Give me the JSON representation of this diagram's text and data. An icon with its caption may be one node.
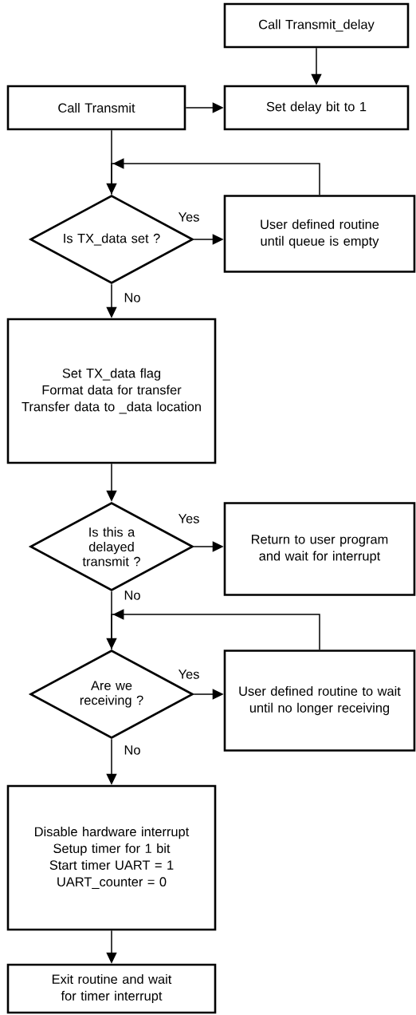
{
  "diagram": {
    "nodes": [
      {
        "text": [
          "Call Transmit_delay"
        ]
      },
      {
        "text": [
          "Call Transmit"
        ]
      },
      {
        "text": [
          "Set delay bit to 1"
        ]
      },
      {
        "text": [
          "Is TX_data set ?"
        ]
      },
      {
        "text": [
          "User defined routine until queue is empty"
        ]
      },
      {
        "text": [
          "Set TX_data flag",
          "Format data for transfer",
          "Transfer data to _data location"
        ]
      },
      {
        "text": [
          "Is this a delayed transmit ?"
        ]
      },
      {
        "text": [
          "Return to user program and wait for interrupt"
        ]
      },
      {
        "text": [
          "Are we receiving ?"
        ]
      },
      {
        "text": [
          "User defined routine to wait until no longer receiving"
        ]
      },
      {
        "text": [
          "Disable hardware interrupt",
          "Setup timer for 1 bit",
          "Start timer UART = 1",
          "UART_counter = 0"
        ]
      },
      {
        "text": [
          "Exit routine and wait for timer interrupt"
        ]
      }
    ],
    "edges": [
      {
        "from": 0,
        "to": 2,
        "arrow": "to"
      },
      {
        "from": 1,
        "to": 2,
        "arrow": "to"
      },
      {
        "from": 1,
        "to": 3,
        "arrow": "to"
      },
      {
        "from": 3,
        "to": 4,
        "arrow": "to",
        "label": "Yes"
      },
      {
        "from": 4,
        "to": 3,
        "arrow": "to"
      },
      {
        "from": 3,
        "to": 5,
        "arrow": "to",
        "label": "No"
      },
      {
        "from": 5,
        "to": 6,
        "arrow": "to"
      },
      {
        "from": 6,
        "to": 7,
        "arrow": "to",
        "label": "Yes"
      },
      {
        "from": 6,
        "to": 8,
        "arrow": "to",
        "label": "No"
      },
      {
        "from": 8,
        "to": 9,
        "arrow": "to",
        "label": "Yes"
      },
      {
        "from": 9,
        "to": 8,
        "arrow": "to"
      },
      {
        "from": 8,
        "to": 10,
        "arrow": "to",
        "label": "No"
      },
      {
        "from": 10,
        "to": 11,
        "arrow": "to"
      }
    ]
  }
}
